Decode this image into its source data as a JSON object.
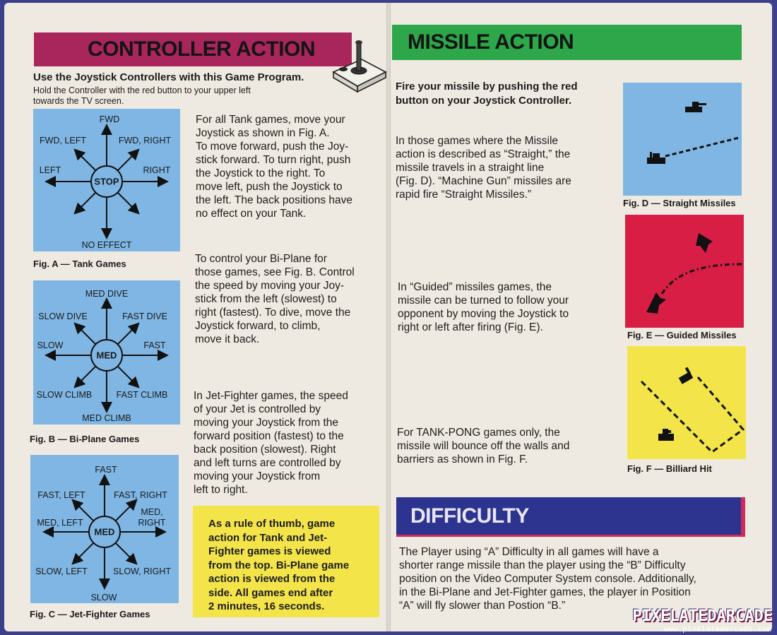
{
  "left": {
    "banner_title": "CONTROLLER ACTION",
    "intro_bold": "Use the Joystick Controllers with this Game Program.",
    "intro_sub": "Hold the Controller with the red button to your upper left\ntowards the TV screen.",
    "para_tank": "For all Tank games, move your\nJoystick as shown in Fig. A.\nTo move forward, push the Joy-\nstick forward. To turn right, push\nthe Joystick to the right. To\nmove left, push the Joystick to\nthe left. The back positions have\nno effect on your Tank.",
    "para_biplane": "To control your Bi-Plane for\nthose games, see Fig. B. Control\nthe speed by moving your Joy-\nstick from the left (slowest) to\nright (fastest). To dive, move the\nJoystick forward, to climb,\nmove it back.",
    "para_jet": "In Jet-Fighter games, the speed\nof your Jet is controlled by\nmoving your Joystick from the\nforward position (fastest) to the\nback position (slowest). Right\nand left turns are controlled by\nmoving your Joystick from\nleft to right.",
    "note": "As a rule of thumb, game\naction for Tank and Jet-\nFighter games is viewed\nfrom the top. Bi-Plane game\naction is viewed from the\nside. All games end after\n2 minutes, 16 seconds.",
    "fig_a": {
      "caption": "Fig. A  — Tank Games",
      "center": "STOP",
      "n": "FWD",
      "nw": "FWD, LEFT",
      "ne": "FWD, RIGHT",
      "w": "LEFT",
      "e": "RIGHT",
      "s": "NO EFFECT"
    },
    "fig_b": {
      "caption": "Fig. B  — Bi-Plane Games",
      "center": "MED",
      "n": "MED DIVE",
      "nw": "SLOW DIVE",
      "ne": "FAST DIVE",
      "w": "SLOW",
      "e": "FAST",
      "sw": "SLOW CLIMB",
      "se": "FAST CLIMB",
      "s": "MED CLIMB"
    },
    "fig_c": {
      "caption": "Fig. C  — Jet-Fighter Games",
      "center": "MED",
      "n": "FAST",
      "nw": "FAST, LEFT",
      "ne": "FAST, RIGHT",
      "w": "MED, LEFT",
      "e": "MED,\nRIGHT",
      "sw": "SLOW, LEFT",
      "se": "SLOW, RIGHT",
      "s": "SLOW"
    }
  },
  "right": {
    "banner_missile": "MISSILE ACTION",
    "fire_bold": "Fire your missile by pushing the red\nbutton on your Joystick Controller.",
    "para_straight": "In those games where the Missile\naction is described as “Straight,” the\nmissile travels in a straight line\n(Fig. D). “Machine Gun” missiles are\nrapid fire “Straight Missiles.”",
    "para_guided": "In “Guided” missiles games, the\nmissile can be turned to follow your\nopponent by moving the Joystick to\nright or left after firing (Fig. E).",
    "para_pong": "For TANK-PONG games only, the\nmissile will bounce off the walls and\nbarriers as shown in Fig. F.",
    "fig_d_caption": "Fig. D — Straight Missiles",
    "fig_e_caption": "Fig. E — Guided Missiles",
    "fig_f_caption": "Fig. F   — Billiard Hit",
    "banner_difficulty": "DIFFICULTY",
    "para_difficulty": "The Player using “A” Difficulty in all games will have a\nshorter range missile than the player using the “B” Difficulty\nposition on the Video Computer System console. Additionally,\nin the Bi-Plane and Jet-Fighter games, the player in Position\n“A” will fly slower than Postion “B.”"
  },
  "watermark": {
    "title": "PIXELATEDARCADE",
    "url": "www.pixelatedarcade.com"
  },
  "colors": {
    "page": "#efeae1",
    "controller_banner": "#a8265c",
    "missile_banner": "#2ea64a",
    "difficulty_banner": "#2c3490",
    "fig_blue": "#7fb6e4",
    "fig_red": "#d81e44",
    "fig_yellow": "#f3e44a",
    "backdrop": "#3c3f8a"
  },
  "icons": [
    "joystick-icon",
    "tank-icon",
    "plane-icon"
  ]
}
